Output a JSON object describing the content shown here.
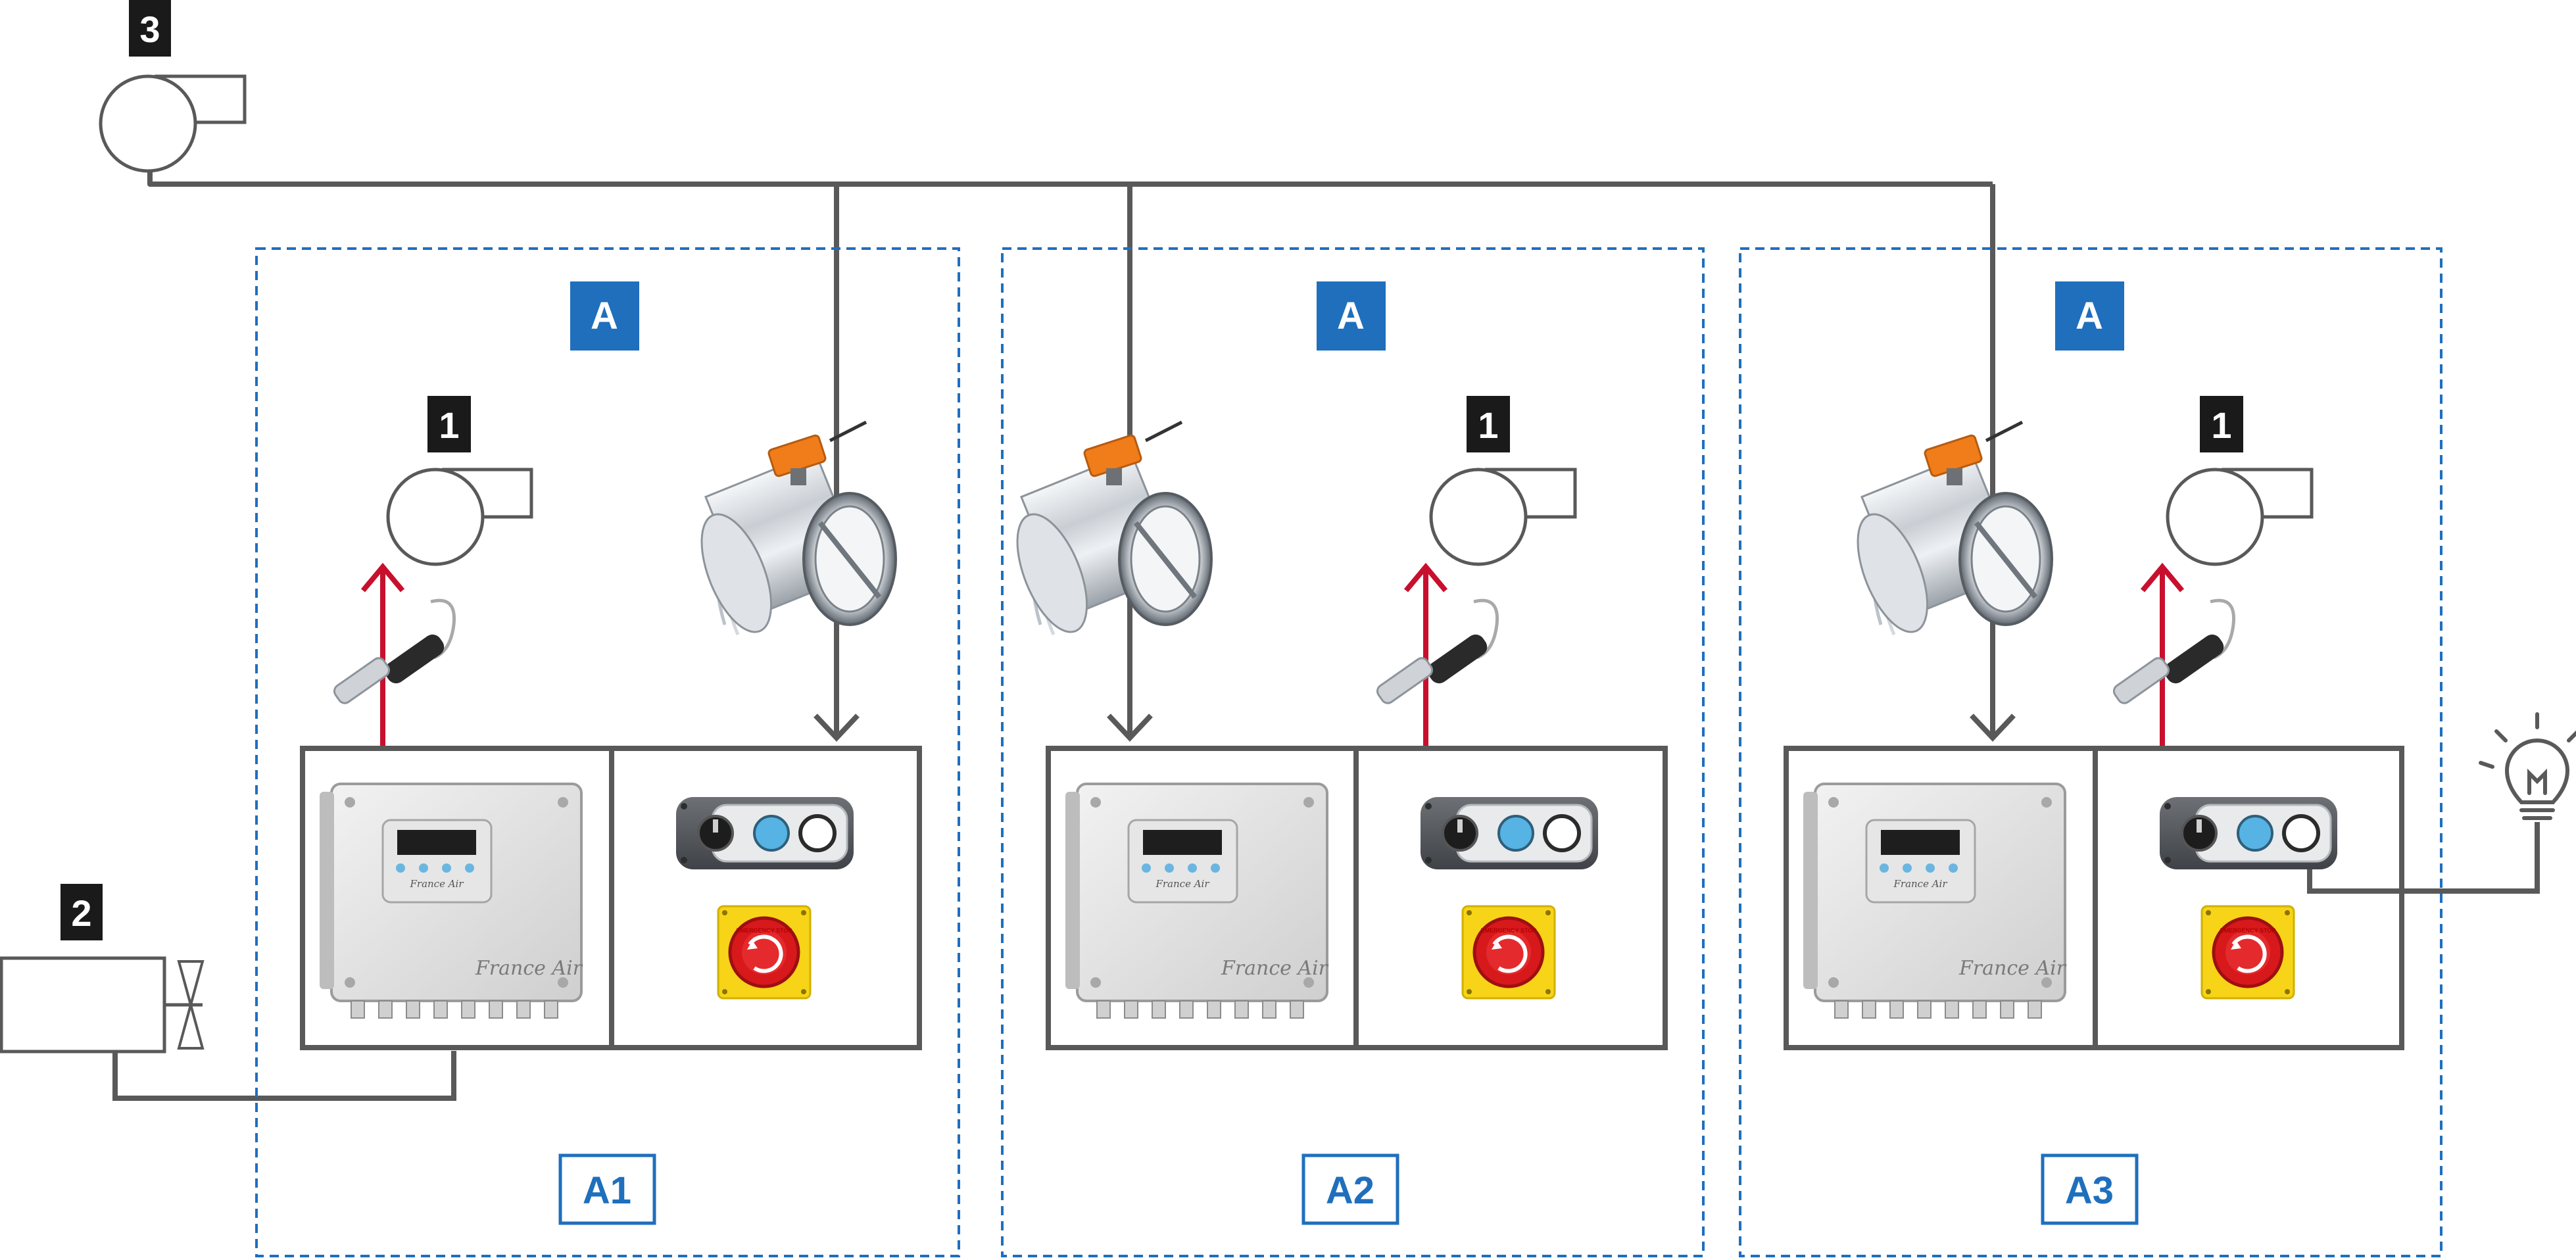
{
  "labels": {
    "central_fan": "3",
    "heat_unit": "2",
    "zone_fan": "1",
    "zone_tag": "A"
  },
  "zones": [
    {
      "id": "A1"
    },
    {
      "id": "A2"
    },
    {
      "id": "A3"
    }
  ],
  "device_text": {
    "brand": "France Air",
    "emergency_stop": "EMERGENCY STOP"
  },
  "colors": {
    "pipe": "#595959",
    "zone_border": "#1f6fbd",
    "zone_tag_fill": "#1f6fbd",
    "signal_arrow": "#c8102e",
    "label_fill": "#1a1a1a",
    "damper_actuator": "#f07d1a",
    "estop_yellow": "#f7d417",
    "estop_red": "#d7191c"
  },
  "icons": {
    "central_fan": "centrifugal-fan-icon",
    "zone_fan": "centrifugal-fan-icon",
    "heat_unit": "heating-unit-with-valve-icon",
    "damper": "motorized-damper-icon",
    "sensor": "air-quality-sensor-icon",
    "controller": "control-box-icon",
    "push_buttons": "push-button-panel-icon",
    "emergency_stop": "emergency-stop-icon",
    "lamp": "light-bulb-icon"
  }
}
